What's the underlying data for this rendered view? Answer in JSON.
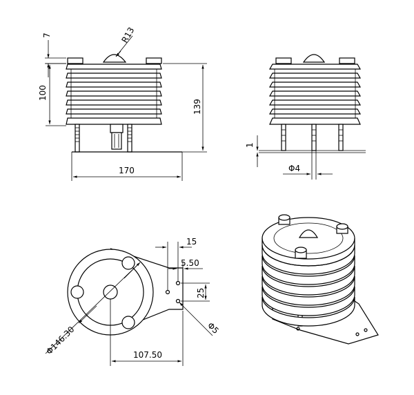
{
  "front_view": {
    "top_gap": "7",
    "radius": "R13",
    "body_height": "100",
    "total_height": "139",
    "width": "170"
  },
  "side_view": {
    "base_gap": "1",
    "bolt_diameter": "Φ4"
  },
  "top_view": {
    "bracket_width": "15",
    "hole_offset": "5.50",
    "hole_spacing": "25",
    "hole_diameter": "Φ5",
    "disc_diameter": "Φ146.30",
    "center_to_bracket": "107.50"
  }
}
